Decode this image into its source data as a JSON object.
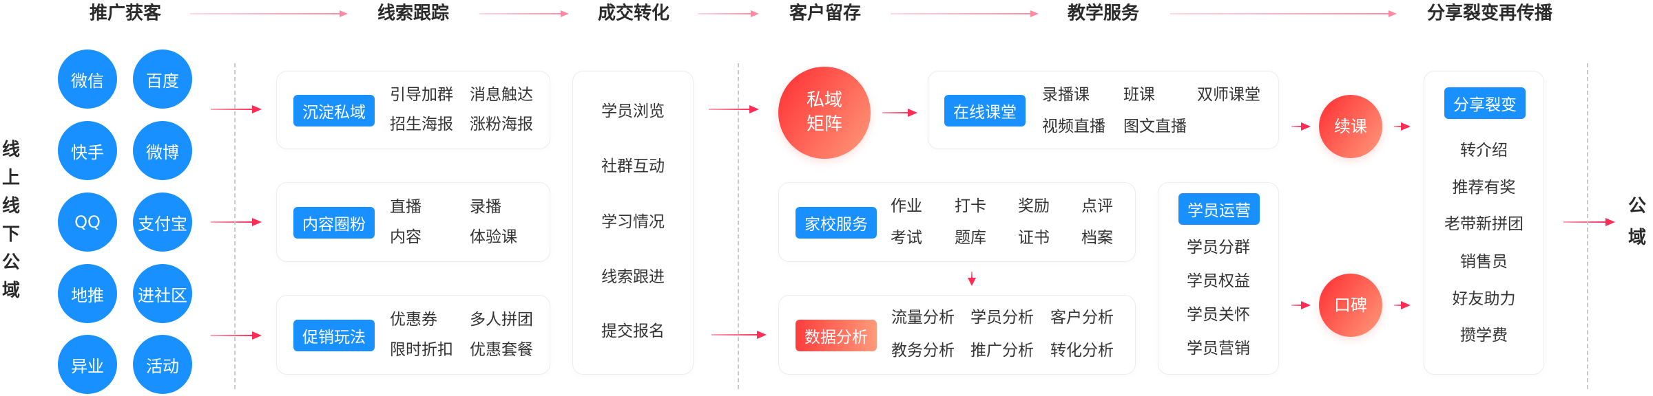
{
  "stages": [
    "推广获客",
    "线索跟踪",
    "成交转化",
    "客户留存",
    "教学服务",
    "分享裂变再传播"
  ],
  "left_label": "线上线下公域",
  "right_label": "公域",
  "channels": [
    "微信",
    "百度",
    "快手",
    "微博",
    "QQ",
    "支付宝",
    "地推",
    "进社区",
    "异业",
    "活动"
  ],
  "lead_tracking": [
    {
      "tag": "沉淀私域",
      "items": [
        "引导加群",
        "消息触达",
        "招生海报",
        "涨粉海报"
      ]
    },
    {
      "tag": "内容圈粉",
      "items": [
        "直播",
        "录播",
        "内容",
        "体验课"
      ]
    },
    {
      "tag": "促销玩法",
      "items": [
        "优惠券",
        "多人拼团",
        "限时折扣",
        "优惠套餐"
      ]
    }
  ],
  "conversion": [
    "学员浏览",
    "社群互动",
    "学习情况",
    "线索跟进",
    "提交报名"
  ],
  "private_matrix": [
    "私域",
    "矩阵"
  ],
  "online_class": {
    "tag": "在线课堂",
    "items": [
      "录播课",
      "班课",
      "双师课堂",
      "视频直播",
      "图文直播"
    ]
  },
  "home_school": {
    "tag": "家校服务",
    "items": [
      "作业",
      "打卡",
      "奖励",
      "点评",
      "考试",
      "题库",
      "证书",
      "档案"
    ]
  },
  "data_analysis": {
    "tag": "数据分析",
    "items": [
      "流量分析",
      "学员分析",
      "客户分析",
      "教务分析",
      "推广分析",
      "转化分析"
    ]
  },
  "student_ops": {
    "tag": "学员运营",
    "items": [
      "学员分群",
      "学员权益",
      "学员关怀",
      "学员营销"
    ]
  },
  "renewal": "续课",
  "reputation": "口碑",
  "share": {
    "tag": "分享裂变",
    "items": [
      "转介绍",
      "推荐有奖",
      "老带新拼团",
      "销售员",
      "好友助力",
      "攒学费"
    ]
  },
  "colors": {
    "blue": "#1890ff",
    "red": "#ff2d55",
    "gradient_start": "#ff3d3d",
    "gradient_end": "#ff9a7a",
    "border": "#ececec",
    "text": "#333333"
  }
}
